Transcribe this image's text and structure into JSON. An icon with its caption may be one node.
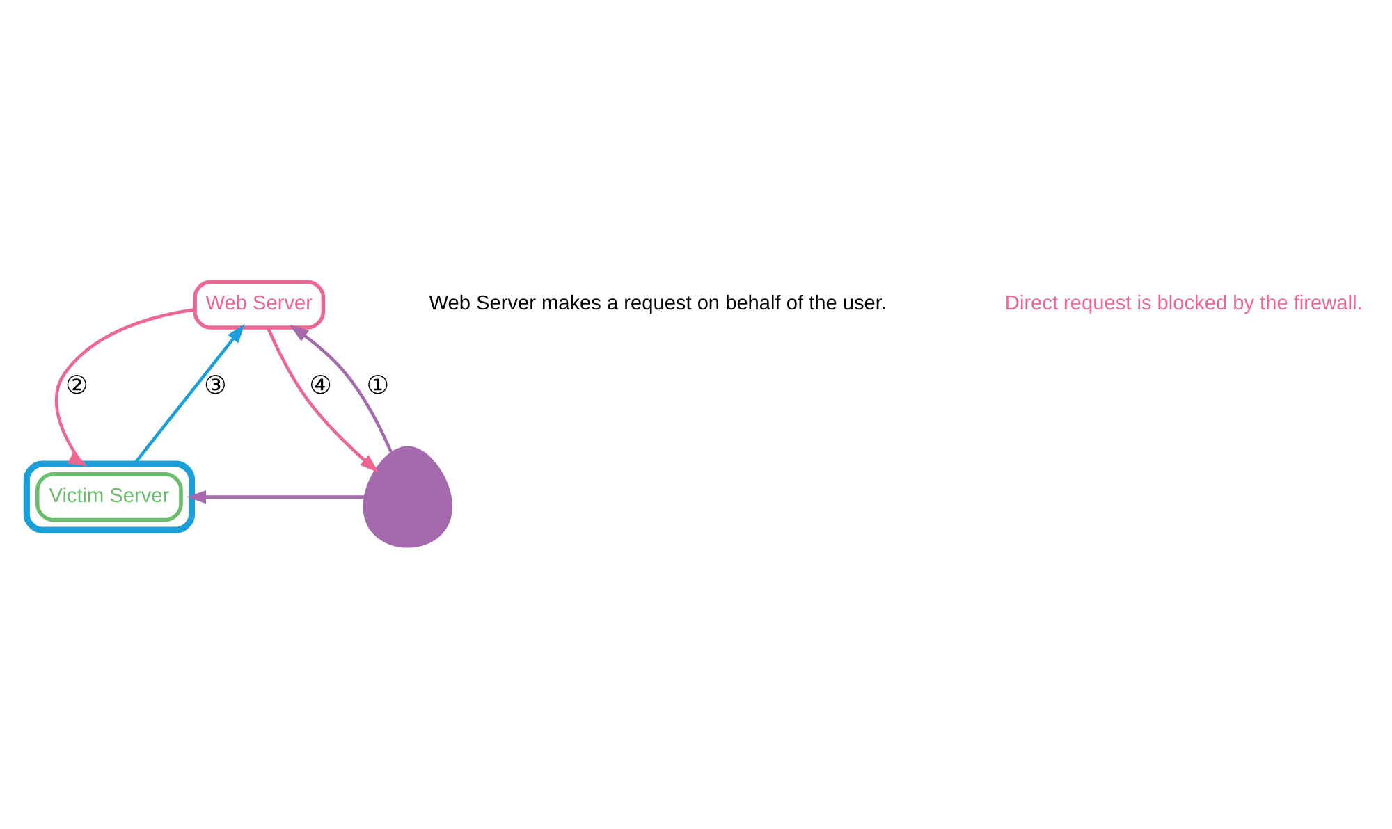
{
  "diagram": {
    "nodes": [
      {
        "text": [
          "Web Server"
        ]
      },
      {
        "text": [],
        "shape": "cloud"
      },
      {
        "text": [
          "Victim Server"
        ],
        "in": 1
      },
      {
        "text": [],
        "shape": "person"
      }
    ],
    "edges": [
      {
        "from": 3,
        "to": 0,
        "arrow": "to",
        "label": "①",
        "color": "#a46aad"
      },
      {
        "from": 0,
        "to": 1,
        "arrow": "to",
        "label": "②",
        "color": "#ee6793"
      },
      {
        "from": 1,
        "to": 0,
        "arrow": "to",
        "label": "③",
        "color": "#1a9fd9"
      },
      {
        "from": 0,
        "to": 3,
        "arrow": "to",
        "label": "④",
        "color": "#ee6793"
      },
      {
        "from": 3,
        "to": 1,
        "arrow": "to",
        "color": "#a46aad"
      }
    ],
    "labels": [
      "Web Server makes a request on behalf of the user.",
      "Direct request is blocked by the firewall."
    ]
  }
}
